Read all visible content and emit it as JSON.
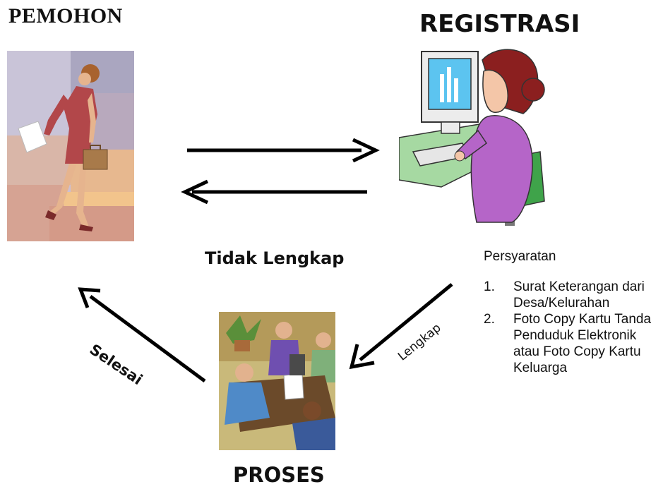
{
  "nodes": {
    "pemohon": "PEMOHON",
    "registrasi": "REGISTRASI",
    "proses": "PROSES"
  },
  "edges": {
    "tidak_lengkap": "Tidak Lengkap",
    "lengkap": "Lengkap",
    "selesai": "Selesai"
  },
  "requirements": {
    "title": "Persyaratan",
    "items": [
      {
        "num": "1.",
        "text": "Surat Keterangan dari Desa/Kelurahan"
      },
      {
        "num": "2.",
        "text": "Foto Copy Kartu Tanda Penduduk Elektronik atau Foto Copy Kartu Keluarga"
      }
    ]
  },
  "colors": {
    "arrow": "#000000",
    "pemohon_bg": [
      "#c7c3d6",
      "#a8a4bd",
      "#e2b8a0",
      "#d89c88",
      "#f0c08a"
    ],
    "registrasi_shirt": "#b565c8",
    "registrasi_hair": "#8b1f1f",
    "registrasi_monitor": "#59c0f0"
  }
}
